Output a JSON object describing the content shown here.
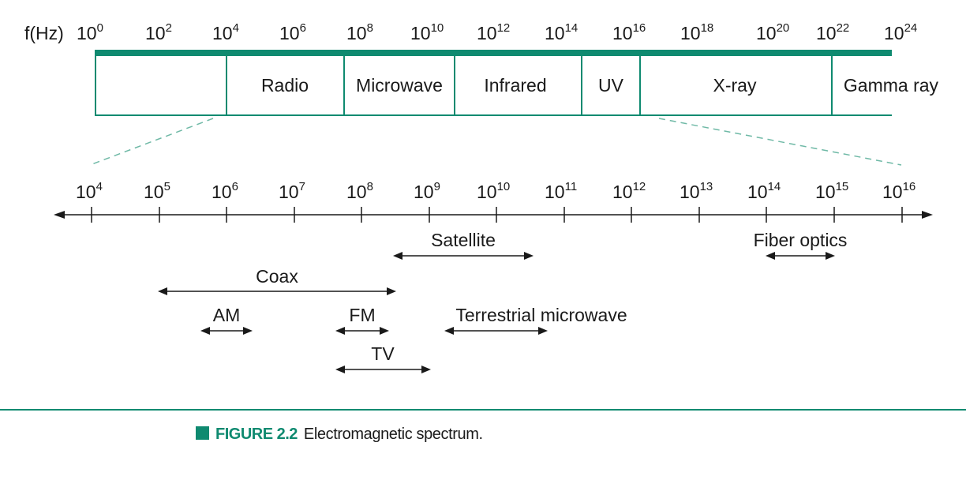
{
  "top_scale": {
    "axis_label": "f(Hz)",
    "base": "10",
    "exponents": [
      "0",
      "2",
      "4",
      "6",
      "8",
      "10",
      "12",
      "14",
      "16",
      "18",
      "20",
      "22",
      "24"
    ]
  },
  "bands": [
    {
      "label": ""
    },
    {
      "label": "Radio"
    },
    {
      "label": "Microwave"
    },
    {
      "label": "Infrared"
    },
    {
      "label": "UV"
    },
    {
      "label": "X-ray"
    },
    {
      "label": "Gamma ray"
    }
  ],
  "bottom_scale": {
    "base": "10",
    "exponents": [
      "4",
      "5",
      "6",
      "7",
      "8",
      "9",
      "10",
      "11",
      "12",
      "13",
      "14",
      "15",
      "16"
    ]
  },
  "ranges": [
    {
      "label": "Satellite"
    },
    {
      "label": "Fiber optics"
    },
    {
      "label": "Coax"
    },
    {
      "label": "AM"
    },
    {
      "label": "FM"
    },
    {
      "label": "Terrestrial microwave"
    },
    {
      "label": "TV"
    }
  ],
  "caption": {
    "number": "FIGURE 2.2",
    "text": "Electromagnetic spectrum."
  },
  "colors": {
    "accent": "#0f8a70",
    "line": "#1a1a1a",
    "dashed": "#6fb9a6"
  }
}
